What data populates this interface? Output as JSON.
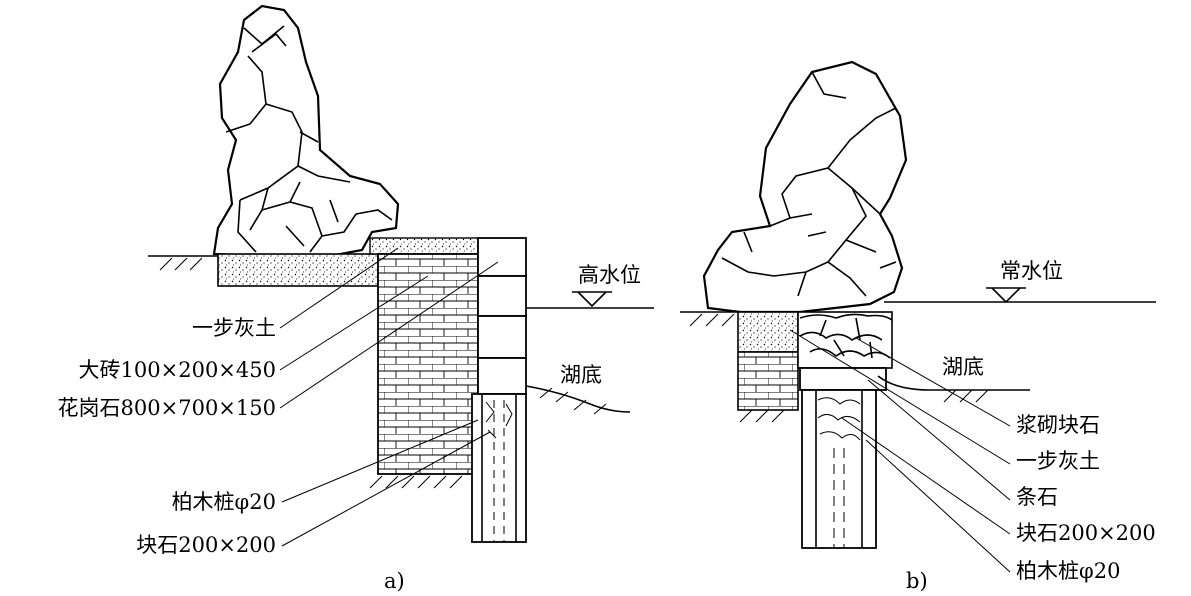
{
  "figure_a": {
    "caption": "a)",
    "water_label": "高水位",
    "lake_bed": "湖底",
    "labels": {
      "lime_soil": "一步灰土",
      "brick": "大砖100×200×450",
      "granite": "花岗石800×700×150",
      "pile": "柏木桩φ20",
      "rubble": "块石200×200"
    }
  },
  "figure_b": {
    "caption": "b)",
    "water_label": "常水位",
    "lake_bed": "湖底",
    "labels": {
      "mortar_rubble": "浆砌块石",
      "lime_soil": "一步灰土",
      "strip_stone": "条石",
      "rubble": "块石200×200",
      "pile": "柏木桩φ20"
    }
  }
}
